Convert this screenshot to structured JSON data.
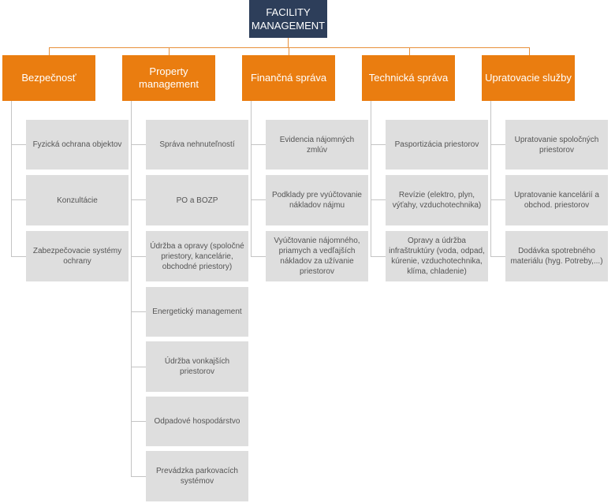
{
  "root": {
    "label": "FACILITY\nMANAGEMENT"
  },
  "colors": {
    "root": "#2d3e5a",
    "category": "#ea7d10",
    "item": "#dedede",
    "connector": "#e8903a"
  },
  "categories": [
    {
      "label": "Bezpečnosť",
      "items": [
        "Fyzická ochrana objektov",
        "Konzultácie",
        "Zabezpečovacie systémy ochrany"
      ]
    },
    {
      "label": "Property management",
      "items": [
        "Správa nehnuteľností",
        "PO a BOZP",
        "Údržba a opravy (spoločné priestory, kancelárie, obchodné priestory)",
        "Energetický management",
        "Údržba vonkajších priestorov",
        "Odpadové hospodárstvo",
        "Prevádzka parkovacích systémov"
      ]
    },
    {
      "label": "Finančná správa",
      "items": [
        "Evidencia nájomných zmlúv",
        "Podklady pre vyúčtovanie nákladov nájmu",
        "Vyúčtovanie nájomného, priamych a vedľajších nákladov za užívanie priestorov"
      ]
    },
    {
      "label": "Technická správa",
      "items": [
        "Pasportizácia priestorov",
        "Revízie (elektro, plyn, výťahy, vzduchotechnika)",
        "Opravy a údržba infraštruktúry (voda, odpad, kúrenie, vzduchotechnika, klíma, chladenie)"
      ]
    },
    {
      "label": "Upratovacie služby",
      "items": [
        "Upratovanie spoločných priestorov",
        "Upratovanie kancelárií a obchod. priestorov",
        "Dodávka spotrebného materiálu (hyg. Potreby,...)"
      ]
    }
  ]
}
